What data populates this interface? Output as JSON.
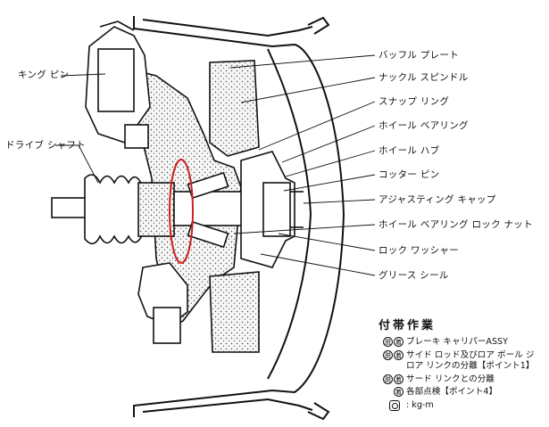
{
  "callouts": [
    "キング ピン",
    "ドライブ シャフト",
    "バッフル プレート",
    "ナックル スピンドル",
    "スナップ リング",
    "ホイール ベアリング",
    "ホイール ハブ",
    "コッター ピン",
    "アジャスティング キャップ",
    "ホイール ベアリング ロック ナット",
    "ロック ワッシャー",
    "グリース シール"
  ],
  "tasks": {
    "heading": "付帯作業",
    "items": [
      {
        "marks": [
          "脱",
          "着"
        ],
        "text": "ブレーキ キャリパーASSY"
      },
      {
        "marks": [
          "脱",
          "着"
        ],
        "text": "サイド ロッド及びロア ボール ジ",
        "text2": "ロア リンクの分離【ポイント1】"
      },
      {
        "marks": [
          "脱",
          "着"
        ],
        "text": "サード リンクとの分離"
      },
      {
        "marks": [
          "着"
        ],
        "text": "各部点検【ポイント4】"
      }
    ],
    "torque_unit": ": kg-m"
  },
  "colors": {
    "highlight": "#cc1f1f",
    "line": "#111111"
  }
}
